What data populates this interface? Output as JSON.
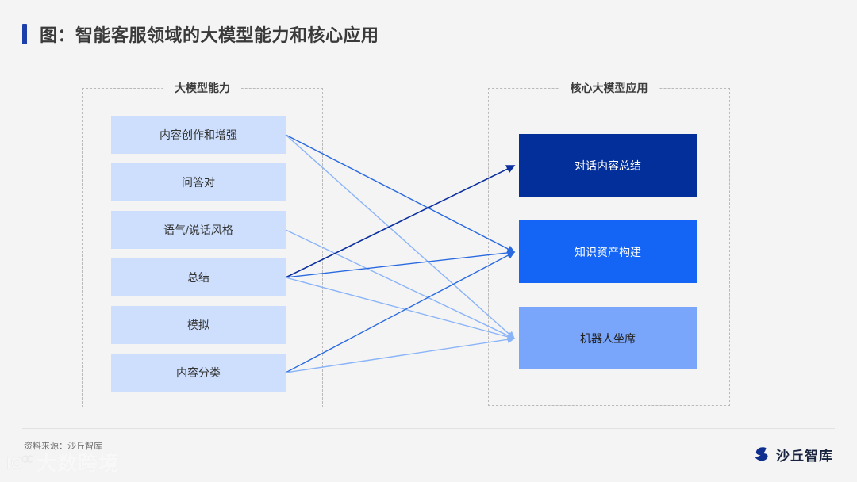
{
  "slide": {
    "title": "图：智能客服领域的大模型能力和核心应用",
    "background_color": "#f4f4f4",
    "accent_color": "#1d3faa"
  },
  "left_group": {
    "title": "大模型能力",
    "box_color": "#cddffc",
    "items": [
      {
        "label": "内容创作和增强"
      },
      {
        "label": "问答对"
      },
      {
        "label": "语气/说话风格"
      },
      {
        "label": "总结"
      },
      {
        "label": "模拟"
      },
      {
        "label": "内容分类"
      }
    ]
  },
  "right_group": {
    "title": "核心大模型应用",
    "items": [
      {
        "label": "对话内容总结",
        "color": "#032f9a"
      },
      {
        "label": "知识资产构建",
        "color": "#1464f5"
      },
      {
        "label": "机器人坐席",
        "color": "#79a6fb"
      }
    ]
  },
  "connections": [
    {
      "from": "内容创作和增强",
      "to": "知识资产构建",
      "color": "#2a6ae0"
    },
    {
      "from": "内容创作和增强",
      "to": "机器人坐席",
      "color": "#8ab4f8"
    },
    {
      "from": "语气/说话风格",
      "to": "机器人坐席",
      "color": "#8ab4f8"
    },
    {
      "from": "总结",
      "to": "对话内容总结",
      "color": "#0b2f9e"
    },
    {
      "from": "总结",
      "to": "知识资产构建",
      "color": "#2a6ae0"
    },
    {
      "from": "总结",
      "to": "机器人坐席",
      "color": "#8ab4f8"
    },
    {
      "from": "内容分类",
      "to": "知识资产构建",
      "color": "#2a6ae0"
    },
    {
      "from": "内容分类",
      "to": "机器人坐席",
      "color": "#8ab4f8"
    }
  ],
  "footer": {
    "source": "资料来源：沙丘智库",
    "logo_text": "沙丘智库",
    "watermark_text": "大数跨境"
  }
}
